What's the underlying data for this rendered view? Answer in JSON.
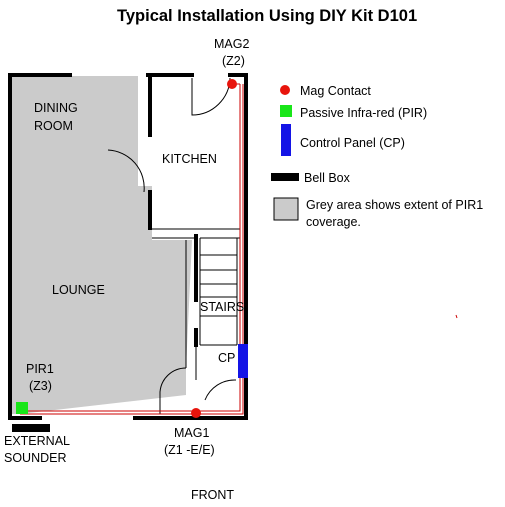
{
  "title": "Typical Installation Using DIY Kit D101",
  "rooms": {
    "dining_line1": "DINING",
    "dining_line2": "ROOM",
    "kitchen": "KITCHEN",
    "lounge": "LOUNGE",
    "stairs": "STAIRS",
    "front": "FRONT"
  },
  "devices": {
    "mag2_name": "MAG2",
    "mag2_zone": "(Z2)",
    "mag1_name": "MAG1",
    "mag1_zone": "(Z1 -E/E)",
    "pir1_name": "PIR1",
    "pir1_zone": "(Z3)",
    "cp_label": "CP",
    "sounder_line1": "EXTERNAL",
    "sounder_line2": "SOUNDER"
  },
  "legend": {
    "mag_contact": "Mag Contact",
    "pir": "Passive Infra-red (PIR)",
    "control_panel": "Control Panel (CP)",
    "bell_box": "Bell Box",
    "grey_area_line1": "Grey area  shows extent of PIR1",
    "grey_area_line2": "coverage."
  },
  "colors": {
    "mag_contact": "#e8140c",
    "pir": "#19e619",
    "control_panel": "#1414e6",
    "bell_box": "#000000",
    "coverage": "#cbcbcb",
    "wiring": "#cc0000"
  }
}
